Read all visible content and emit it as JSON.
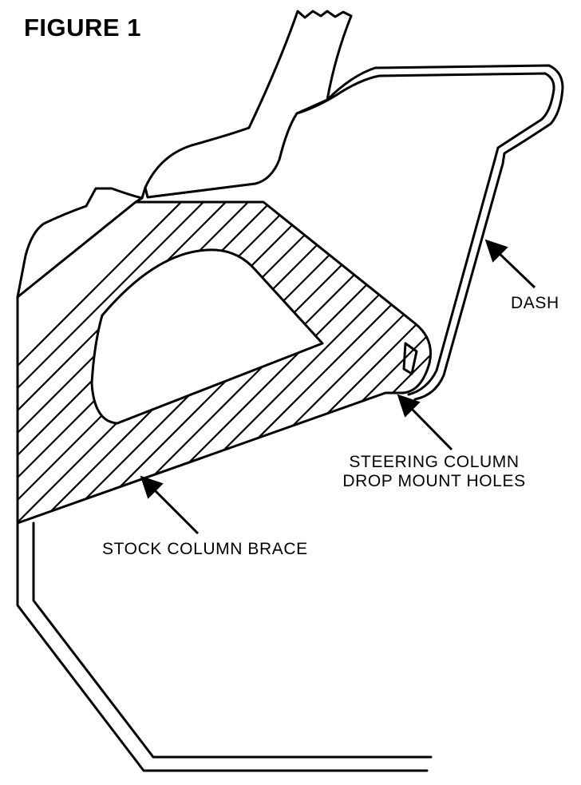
{
  "figure": {
    "title": "FIGURE 1",
    "labels": {
      "dash": "DASH",
      "steering_line1": "STEERING COLUMN",
      "steering_line2": "DROP MOUNT HOLES",
      "brace": "STOCK COLUMN BRACE"
    }
  }
}
